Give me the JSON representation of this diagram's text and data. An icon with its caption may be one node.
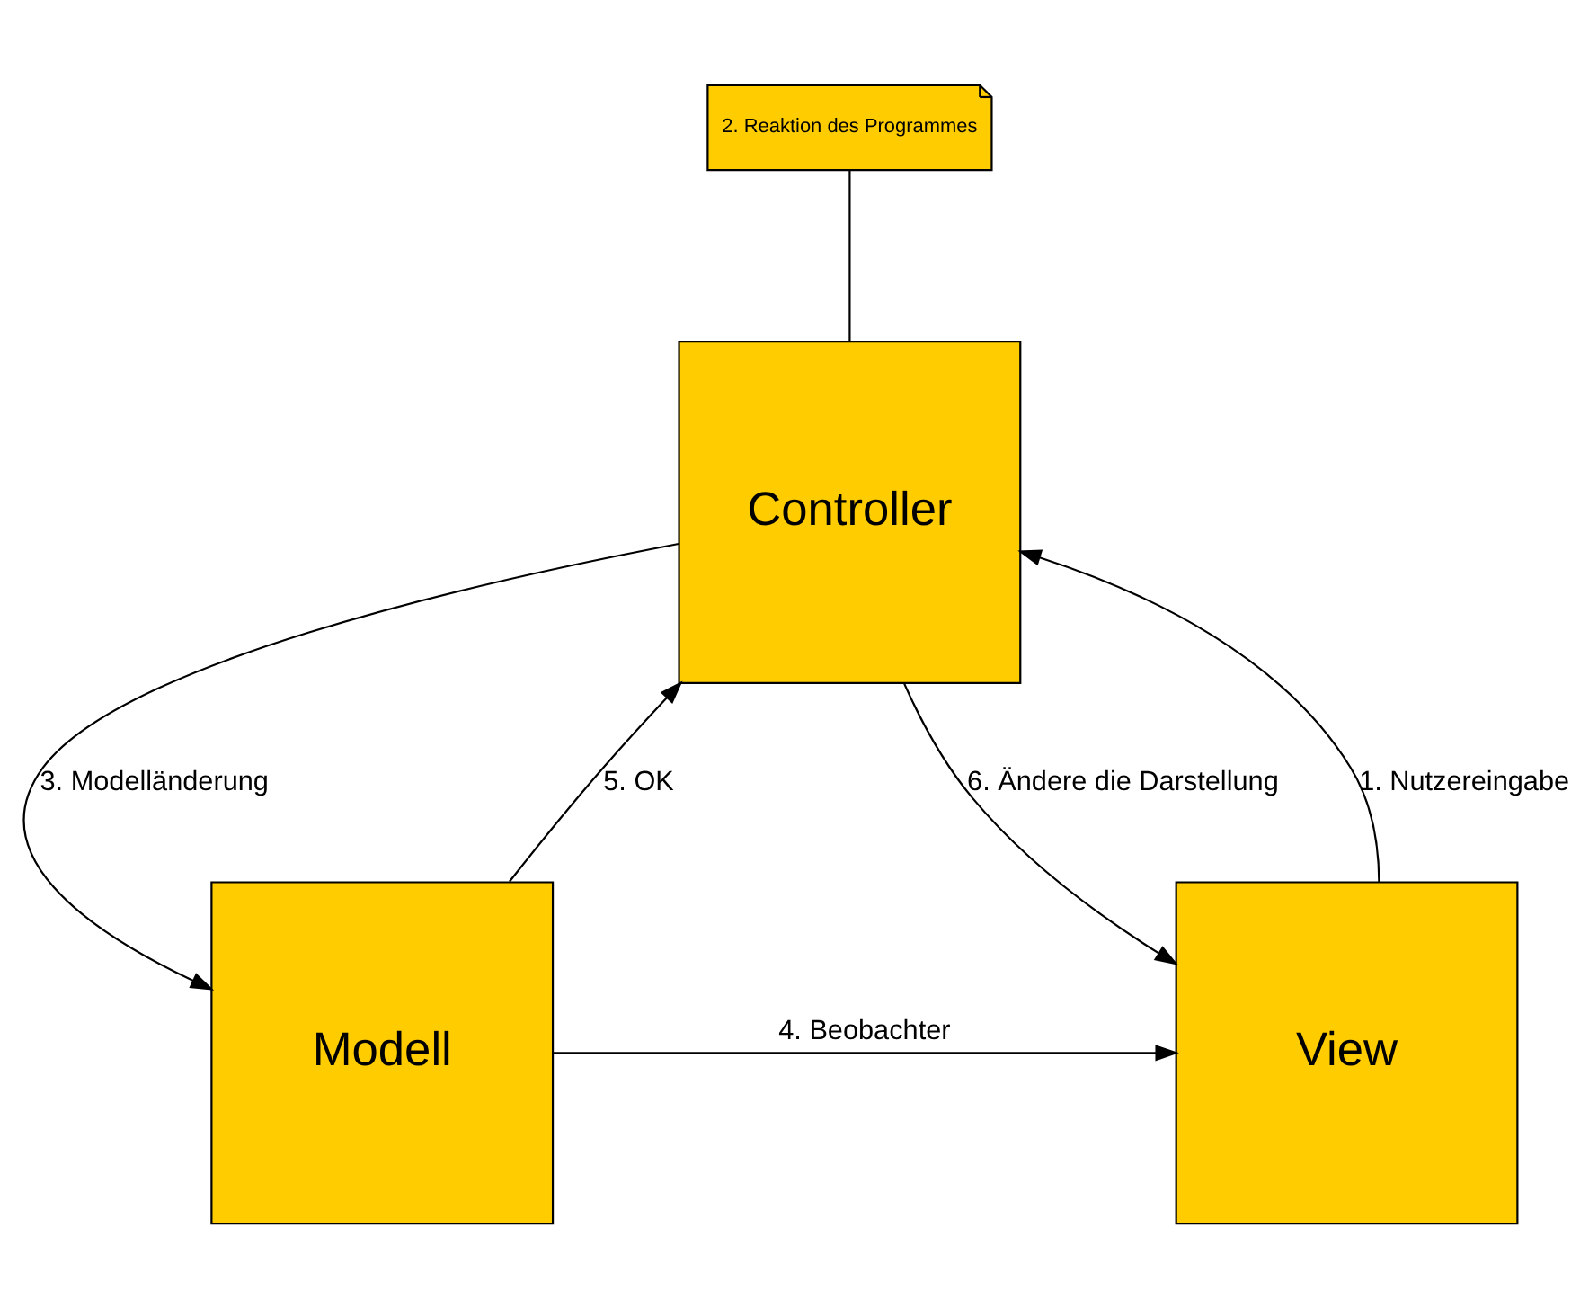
{
  "diagram": {
    "nodes": [
      {
        "text": [
          "2. Reaktion des Programmes"
        ]
      },
      {
        "text": [
          "Controller"
        ]
      },
      {
        "text": [
          "View"
        ]
      },
      {
        "text": [
          "Modell"
        ]
      }
    ],
    "edges": [
      {
        "from": 0,
        "to": 1,
        "arrow": "none"
      },
      {
        "from": 2,
        "to": 1,
        "arrow": "to",
        "label": "1. Nutzereingabe"
      },
      {
        "from": 1,
        "to": 3,
        "arrow": "to",
        "label": "3. Modelländerung"
      },
      {
        "from": 3,
        "to": 2,
        "arrow": "to",
        "label": "4. Beobachter"
      },
      {
        "from": 3,
        "to": 1,
        "arrow": "to",
        "label": "5. OK"
      },
      {
        "from": 1,
        "to": 2,
        "arrow": "to",
        "label": "6. Ändere die Darstellung"
      }
    ]
  }
}
